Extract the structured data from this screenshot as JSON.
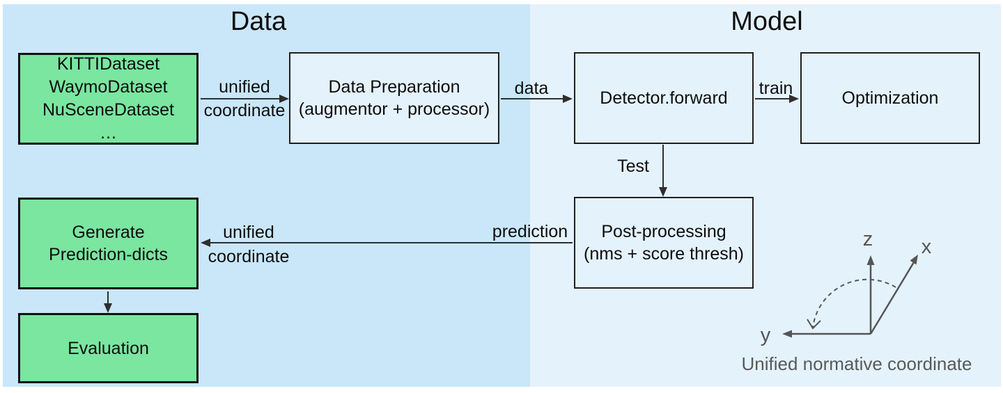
{
  "titles": {
    "data": "Data",
    "model": "Model"
  },
  "boxes": {
    "datasets": {
      "lines": [
        "KITTIDataset",
        "WaymoDataset",
        "NuSceneDataset",
        "…"
      ]
    },
    "data_preparation": {
      "lines": [
        "Data Preparation",
        "(augmentor + processor)"
      ]
    },
    "detector_forward": {
      "label": "Detector.forward"
    },
    "optimization": {
      "label": "Optimization"
    },
    "post_processing": {
      "lines": [
        "Post-processing",
        "(nms + score thresh)"
      ]
    },
    "generate_prediction_dicts": {
      "lines": [
        "Generate",
        "Prediction-dicts"
      ]
    },
    "evaluation": {
      "label": "Evaluation"
    }
  },
  "arrow_labels": {
    "unified_coordinate_in": {
      "line1": "unified",
      "line2": "coordinate"
    },
    "data": "data",
    "train": "train",
    "test": "Test",
    "prediction": "prediction",
    "unified_coordinate_out": {
      "line1": "unified",
      "line2": "coordinate"
    }
  },
  "coordinate_diagram": {
    "axis_z": "z",
    "axis_x": "x",
    "axis_y": "y",
    "caption": "Unified normative coordinate"
  },
  "colors": {
    "data_panel": "#c9e7f9",
    "model_panel": "#e4f2fc",
    "dataset_green": "#7ae6a0",
    "box_blue_fill": "#e4f2fc",
    "border_dark": "#1f1f1f",
    "arrow": "#2e2e2e",
    "diagram_gray": "#555555"
  }
}
